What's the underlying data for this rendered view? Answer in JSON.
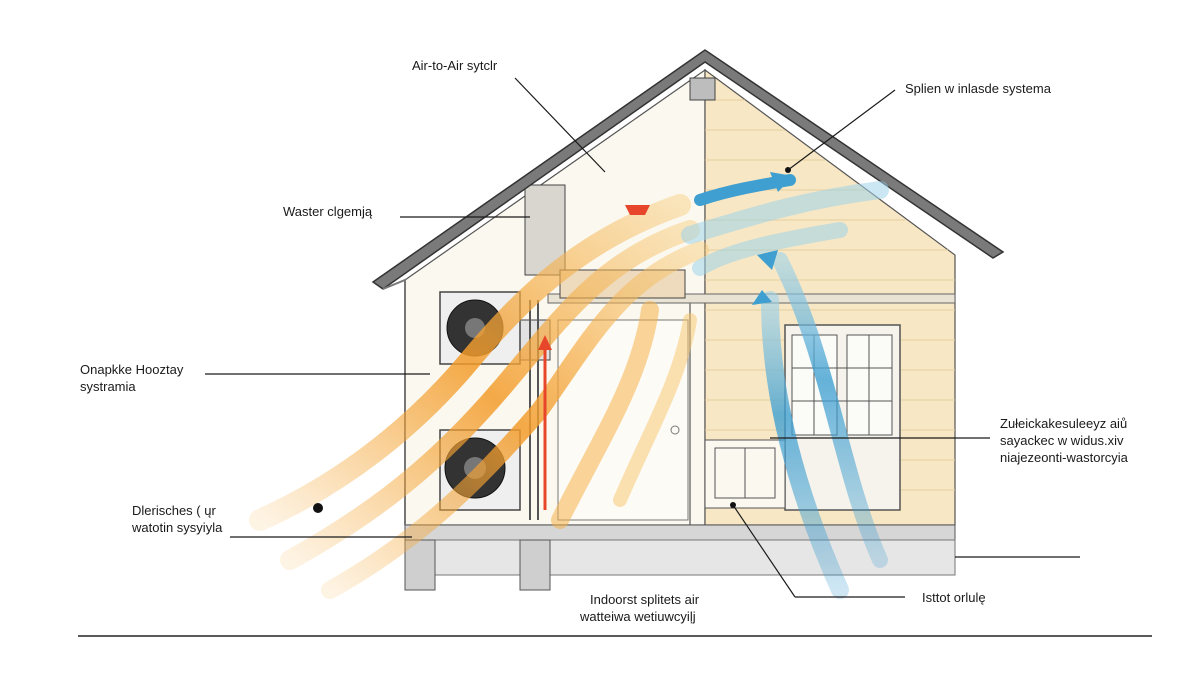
{
  "labels": {
    "air_to_air": "Air-to-Air sytclr",
    "split_system": "Splien w inlasde systema",
    "water_element": "Waster clgemją",
    "outdoor_line1": "Onapkke Hooztay",
    "outdoor_line2": "systramia",
    "exhaust_line1": "Dlerisches ( ųr",
    "exhaust_line2": "watotin sysyiyla",
    "heat_line1": "Zułeickakesuleeyz aiů",
    "heat_line2": "sayackec w widus.xiv",
    "heat_line3": "niajezeonti-wastorcyia",
    "indoor_line1": "Indoorst splitets air",
    "indoor_line2": "watteiwa wetiuwcyiļj",
    "insulation": "Isttot orlulę"
  },
  "colors": {
    "roof": "#4a4a4a",
    "interior_wall": "#fbf8ef",
    "siding": "#f7e7c5",
    "foundation": "#cfcfcf",
    "warm_air": "#f39b2a",
    "warm_air_light": "#f7c56a",
    "cool_air": "#3f9fd1",
    "cool_air_light": "#9fd3ea",
    "hot_accent": "#e8462a"
  }
}
